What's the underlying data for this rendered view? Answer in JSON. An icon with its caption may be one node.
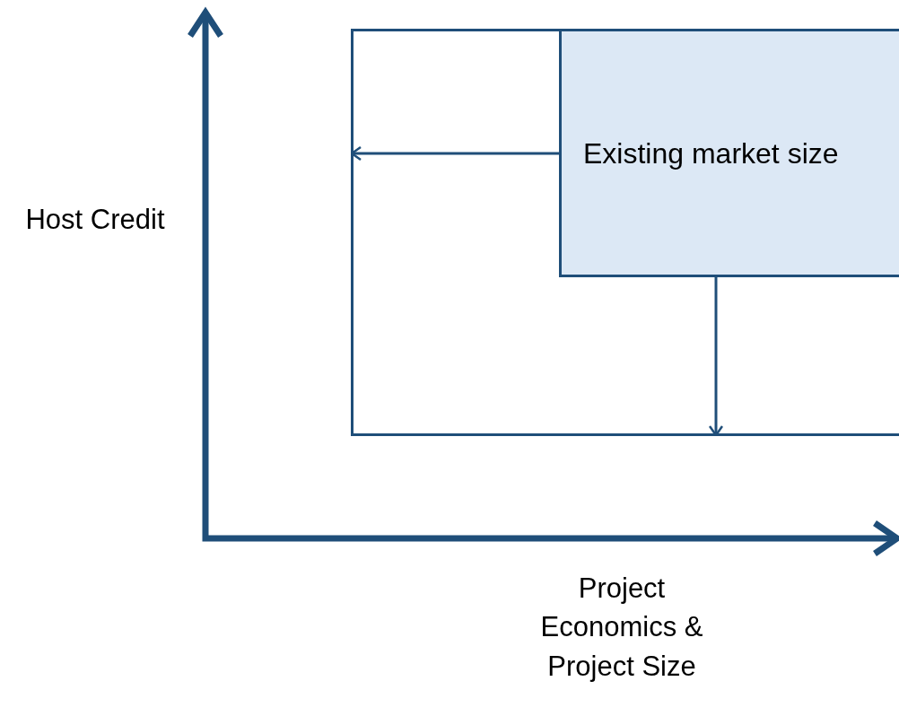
{
  "diagram": {
    "nodes": [
      {
        "text": [],
        "shape": "box"
      },
      {
        "text": [
          "Existing market size"
        ],
        "in": 0
      }
    ],
    "edges": [
      {
        "from": 1,
        "to": 0,
        "arrow": "to"
      },
      {
        "from": 1,
        "to": 0,
        "arrow": "to"
      }
    ],
    "labels": [
      "Host Credit",
      "Project Economics & Project Size"
    ]
  }
}
